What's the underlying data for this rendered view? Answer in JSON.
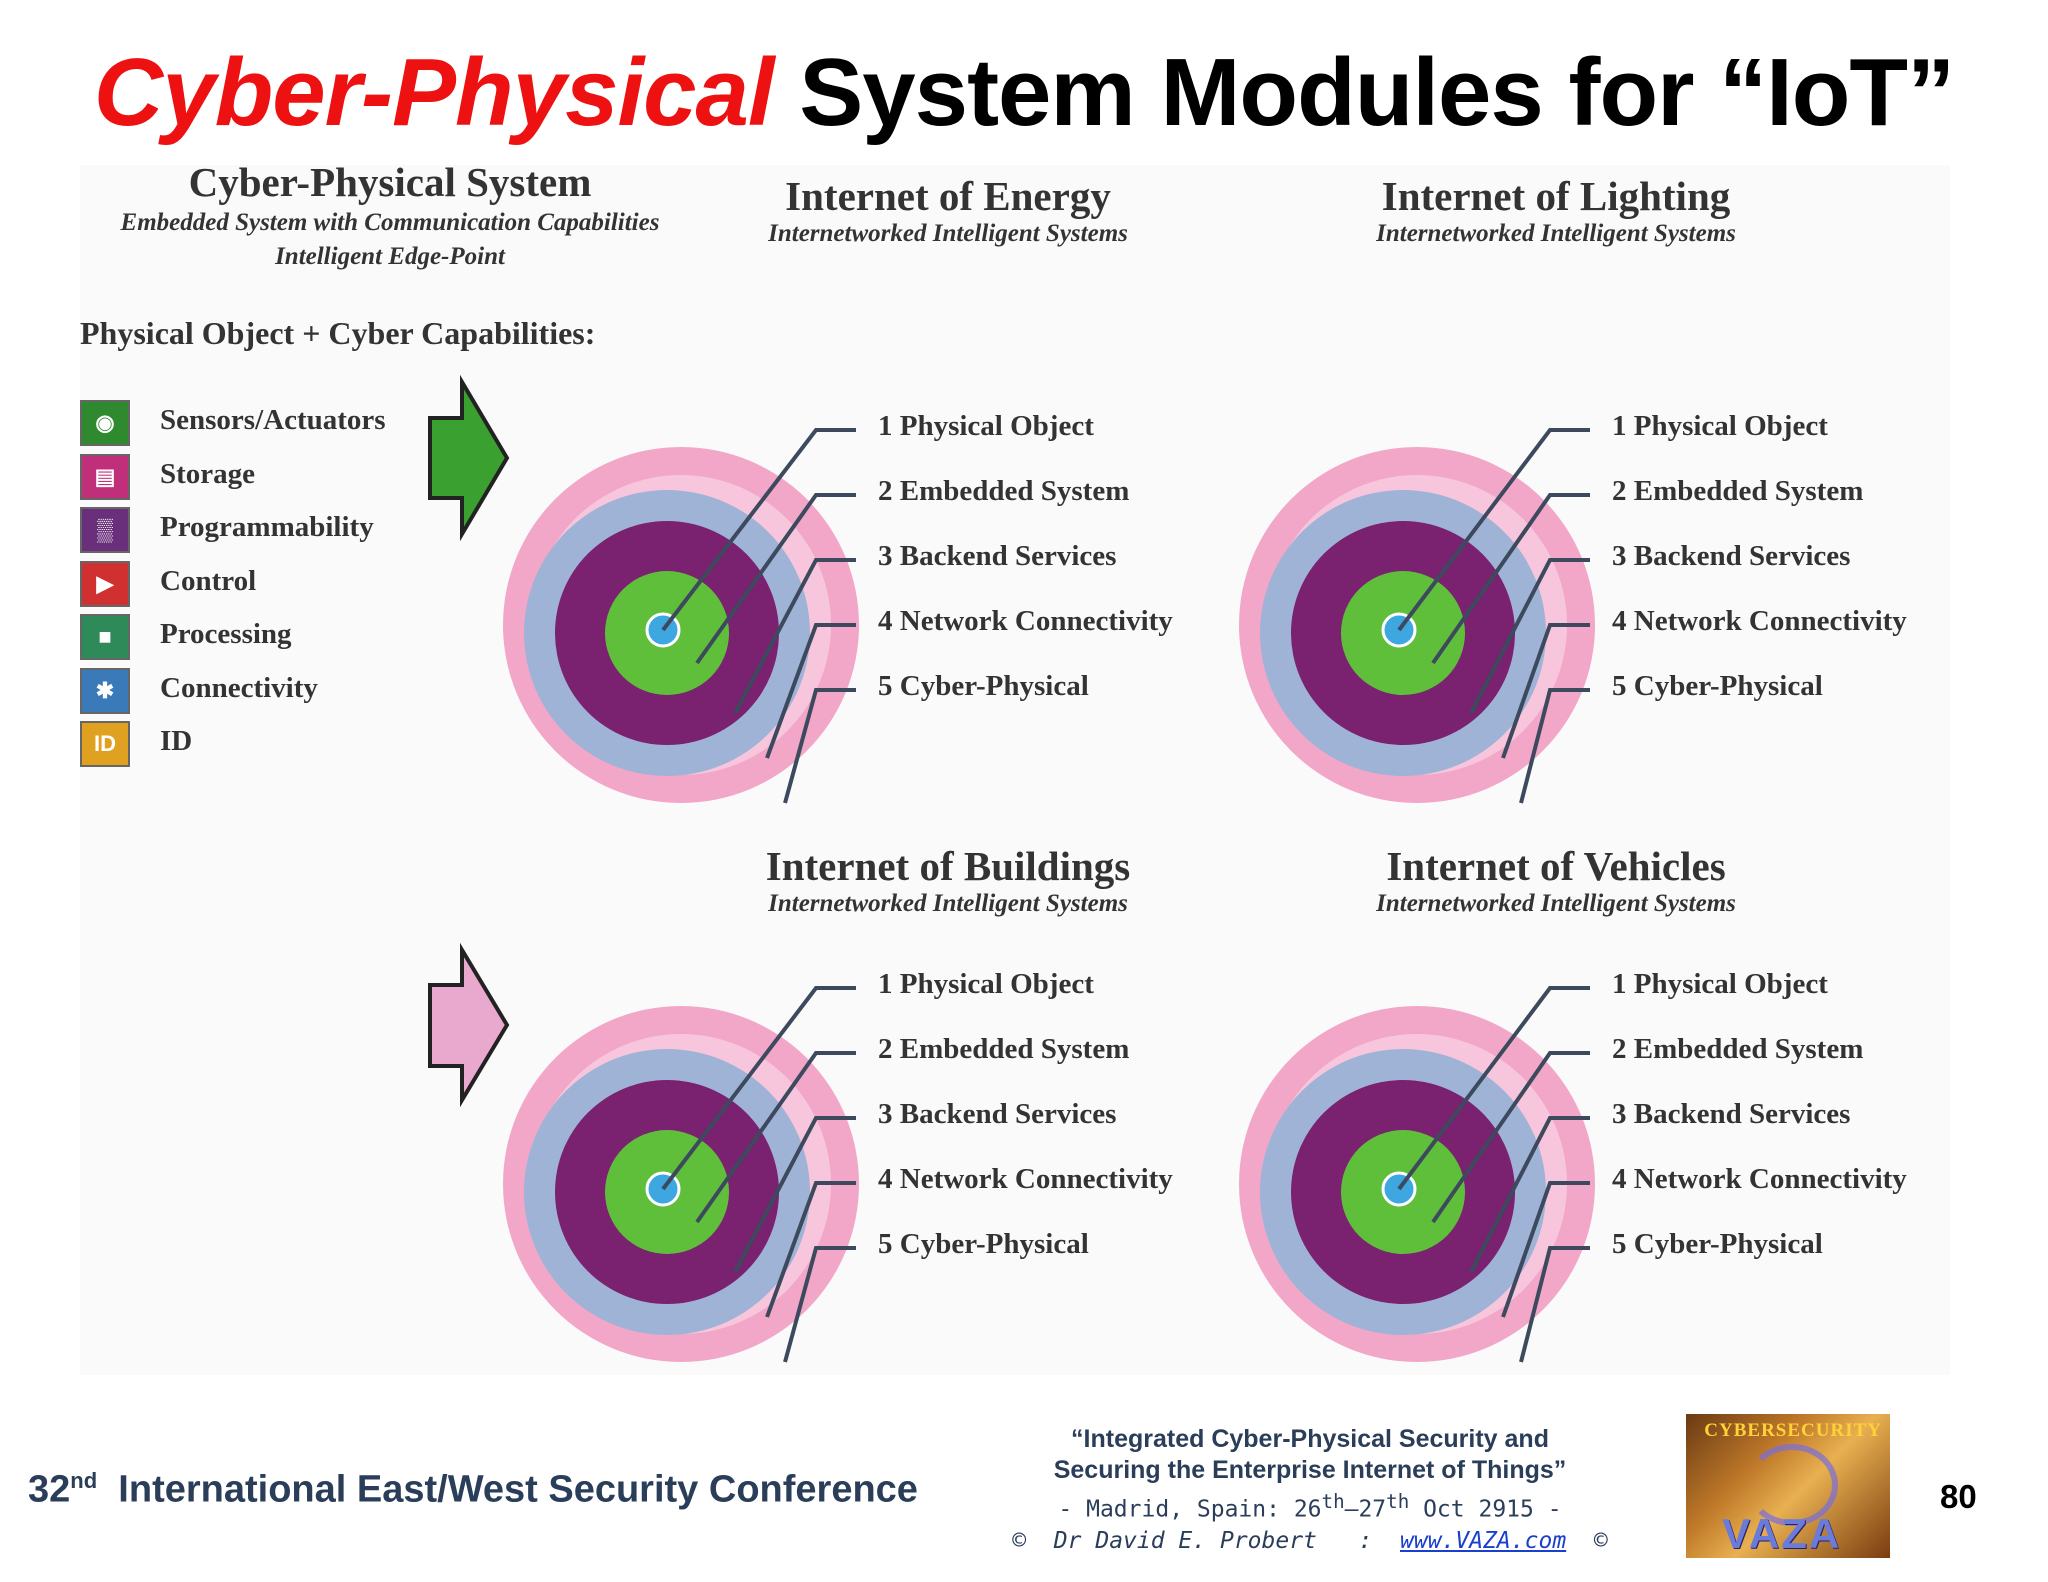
{
  "title": {
    "highlight": "Cyber-Physical",
    "rest": " System Modules for “IoT”"
  },
  "cps": {
    "title": "Cyber-Physical System",
    "sub1": "Embedded System with Communication Capabilities",
    "sub2": "Intelligent Edge-Point",
    "physical_heading": "Physical Object + Cyber Capabilities:"
  },
  "capabilities": [
    {
      "label": "Sensors/Actuators",
      "icon": "eye-icon",
      "color": "#2f8a2f",
      "glyph": "◉"
    },
    {
      "label": "Storage",
      "icon": "storage-icon",
      "color": "#c02f7a",
      "glyph": "▤"
    },
    {
      "label": "Programmability",
      "icon": "circuit-icon",
      "color": "#6a2f7a",
      "glyph": "▒"
    },
    {
      "label": "Control",
      "icon": "control-icon",
      "color": "#d03030",
      "glyph": "▶"
    },
    {
      "label": "Processing",
      "icon": "chip-icon",
      "color": "#2f8a5a",
      "glyph": "■"
    },
    {
      "label": "Connectivity",
      "icon": "antenna-icon",
      "color": "#3a7ab8",
      "glyph": "✱"
    },
    {
      "label": "ID",
      "icon": "id-icon",
      "color": "#e0a020",
      "glyph": "ID"
    }
  ],
  "modules": [
    {
      "title": "Internet of Energy",
      "sub": "Internetworked Intelligent Systems"
    },
    {
      "title": "Internet of Lighting",
      "sub": "Internetworked Intelligent Systems"
    },
    {
      "title": "Internet of Buildings",
      "sub": "Internetworked Intelligent Systems"
    },
    {
      "title": "Internet of Vehicles",
      "sub": "Internetworked Intelligent Systems"
    }
  ],
  "layers": [
    "1 Physical Object",
    "2 Embedded System",
    "3 Backend Services",
    "4 Network Connectivity",
    "5 Cyber-Physical"
  ],
  "colors": {
    "ring_outer": "#f2a7c8",
    "ring_blue": "#9fb3d6",
    "ring_purple": "#7a2170",
    "ring_green": "#5fbf3a",
    "core": "#3ea7e0",
    "arrow_green": "#3aa02f",
    "arrow_pink": "#e9a9cf",
    "title_red": "#ee1111"
  },
  "footer": {
    "conference_ordinal": "32",
    "conference_sup": "nd",
    "conference_name": "International East/West Security Conference",
    "talk_line1": "“Integrated Cyber-Physical Security and",
    "talk_line2": "Securing the Enterprise Internet of Things”",
    "location_pre": "- Madrid, Spain: 26",
    "location_sup1": "th",
    "location_mid": "–27",
    "location_sup2": "th",
    "location_post": " Oct 2915 -",
    "copyright_pre": "©  Dr David E. Probert   :  ",
    "copyright_link": "www.VAZA.com",
    "copyright_post": "  ©",
    "logo_top": "CYBERSECURITY",
    "logo_bottom": "VAZA",
    "page_number": "80"
  }
}
